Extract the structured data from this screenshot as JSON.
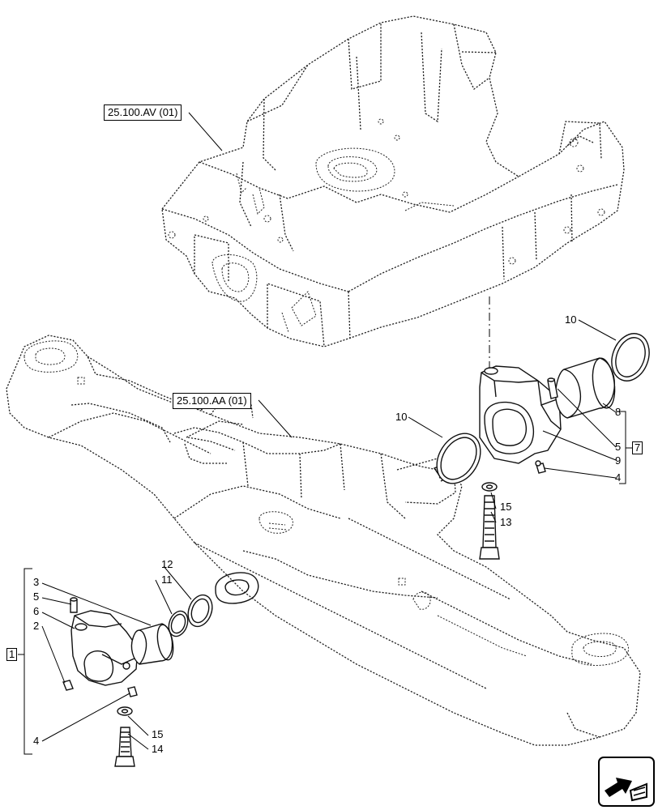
{
  "refs": {
    "frame": "25.100.AV (01)",
    "axle": "25.100.AA (01)"
  },
  "groups": {
    "rear_support": "7",
    "front_support": "1"
  },
  "callouts": {
    "rear_10_upper": "10",
    "rear_10_lower": "10",
    "rear_8": "8",
    "rear_5": "5",
    "rear_9": "9",
    "rear_4": "4",
    "rear_15": "15",
    "rear_13": "13",
    "front_12": "12",
    "front_11": "11",
    "front_3": "3",
    "front_5": "5",
    "front_6": "6",
    "front_2": "2",
    "front_4": "4",
    "front_15": "15",
    "front_14": "14"
  },
  "nav": {
    "icon": "next-page-arrow-icon"
  }
}
